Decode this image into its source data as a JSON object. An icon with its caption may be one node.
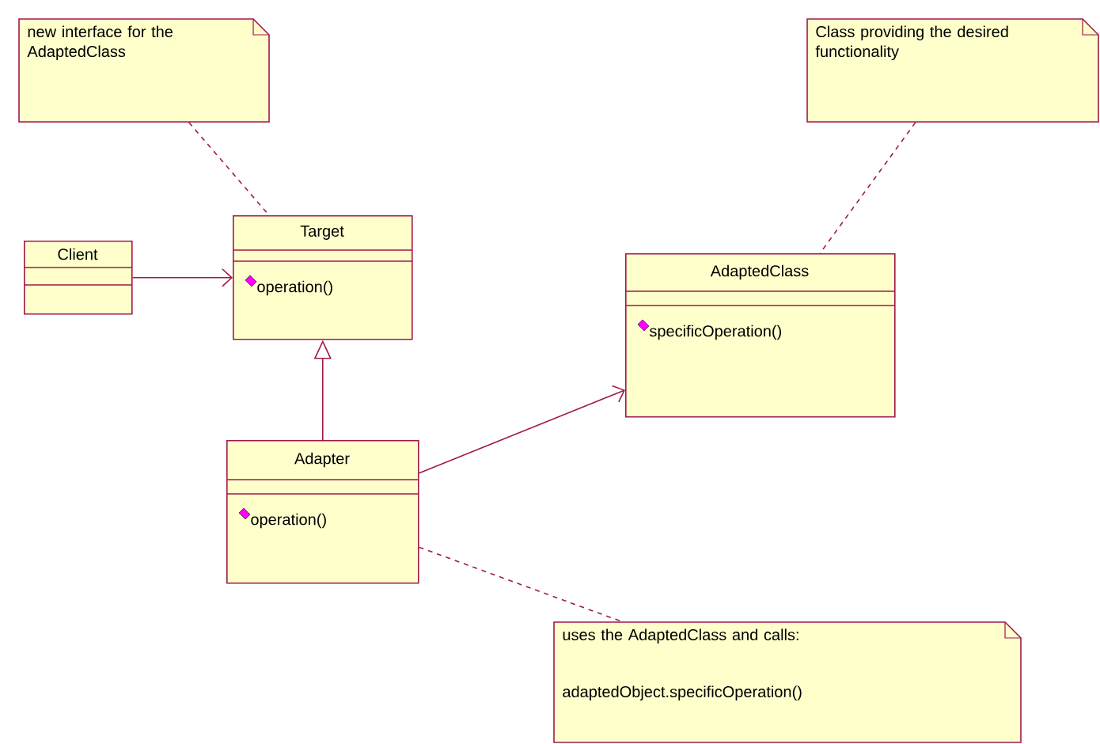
{
  "diagram": {
    "nodes": [
      {
        "text": [
          "new interface for the AdaptedClass"
        ]
      },
      {
        "text": [
          "Class providing the desired functionality"
        ]
      },
      {
        "text": [
          "Client"
        ]
      },
      {
        "text": [
          "Target",
          "operation()"
        ]
      },
      {
        "text": [
          "AdaptedClass",
          "specificOperation()"
        ]
      },
      {
        "text": [
          "Adapter",
          "operation()"
        ]
      },
      {
        "text": [
          "uses the AdaptedClass and calls:",
          "adaptedObject.specificOperation()"
        ]
      }
    ],
    "edges": [
      {
        "from": 0,
        "to": 3,
        "arrow": "none",
        "style": "dashed"
      },
      {
        "from": 1,
        "to": 4,
        "arrow": "none",
        "style": "dashed"
      },
      {
        "from": 2,
        "to": 3,
        "arrow": "to"
      },
      {
        "from": 5,
        "to": 3,
        "arrow": "to"
      },
      {
        "from": 5,
        "to": 4,
        "arrow": "to"
      },
      {
        "from": 5,
        "to": 6,
        "arrow": "none",
        "style": "dashed"
      }
    ]
  }
}
